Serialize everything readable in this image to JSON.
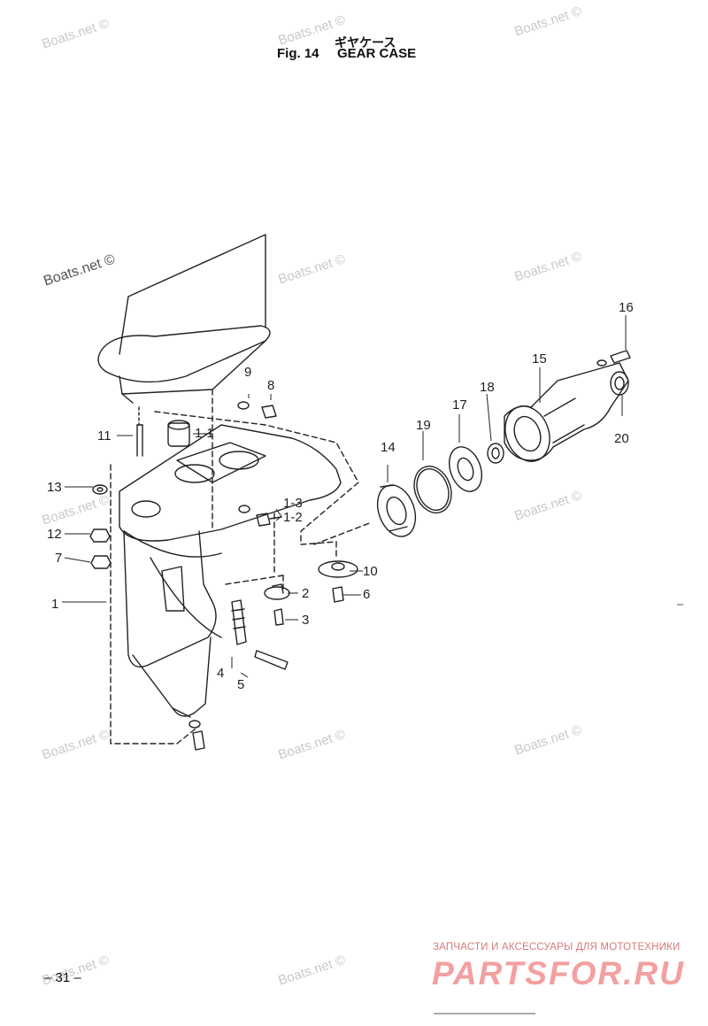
{
  "header": {
    "japanese_title": "ギヤケース",
    "figure_number": "Fig. 14",
    "figure_name": "GEAR CASE"
  },
  "watermark": "Boats.net ©",
  "parts": [
    "1",
    "1-1",
    "1-2",
    "1-3",
    "2",
    "3",
    "4",
    "5",
    "6",
    "7",
    "8",
    "9",
    "10",
    "11",
    "12",
    "13",
    "14",
    "15",
    "16",
    "17",
    "18",
    "19",
    "20"
  ],
  "footer": {
    "page_number": "– 31 –",
    "brand_tagline": "ЗАПЧАСТИ И АКСЕССУАРЫ ДЛЯ МОТОТЕХНИКИ",
    "brand_name": "PARTSFOR.RU"
  }
}
